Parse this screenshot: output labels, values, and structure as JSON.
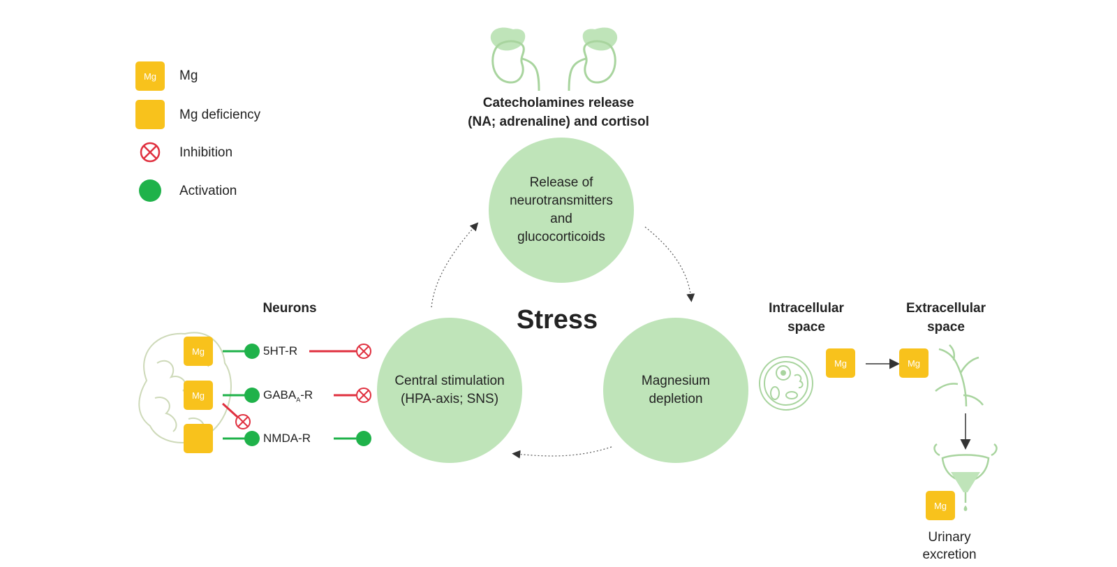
{
  "legend": {
    "mg_label": "Mg",
    "mg_deficiency_label": "Mg deficiency",
    "inhibition_label": "Inhibition",
    "activation_label": "Activation"
  },
  "mg_box_text": "Mg",
  "catecholamines": "Catecholamines release\n(NA; adrenaline) and cortisol",
  "center_title": "Stress",
  "circles": {
    "top": "Release of\nneurotransmitters\nand\nglucocorticoids",
    "left": "Central stimulation\n(HPA-axis; SNS)",
    "right": "Magnesium\ndepletion"
  },
  "neurons": {
    "title": "Neurons",
    "receptor_1": "5HT-R",
    "receptor_2_main": "GABA",
    "receptor_2_sub": "A",
    "receptor_2_tail": "-R",
    "receptor_3": "NMDA-R"
  },
  "spaces": {
    "intracellular": "Intracellular\nspace",
    "extracellular": "Extracellular\nspace",
    "urinary": "Urinary\nexcretion"
  },
  "colors": {
    "mg_yellow": "#f8c21c",
    "activation_green": "#1fb24a",
    "inhibition_red": "#e0303f",
    "circle_fill": "#bfe4b9",
    "organ_outline": "#a8d49e"
  }
}
